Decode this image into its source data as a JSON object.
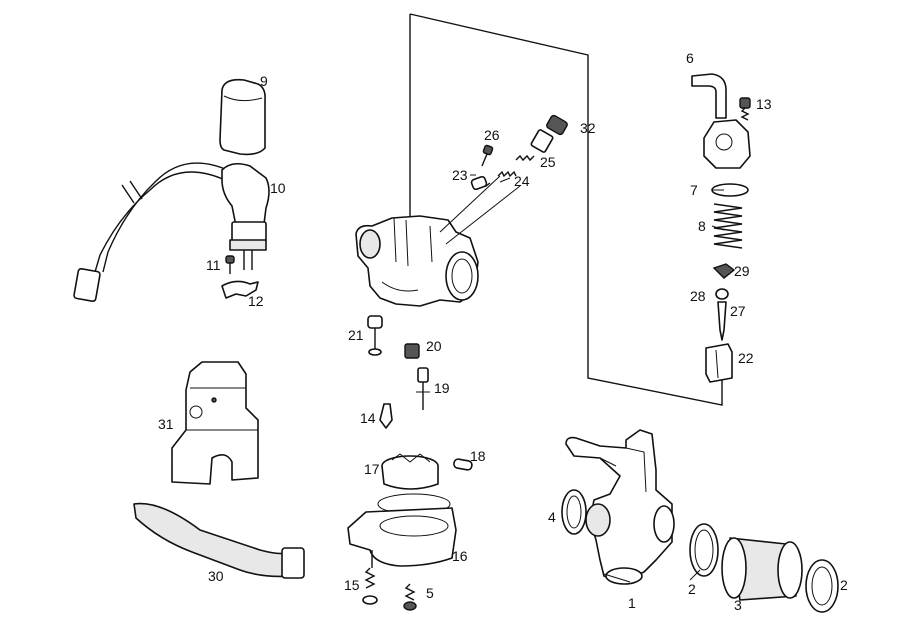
{
  "labels": {
    "p1": "1",
    "p2a": "2",
    "p2b": "2",
    "p3": "3",
    "p4": "4",
    "p5": "5",
    "p6": "6",
    "p7": "7",
    "p8": "8",
    "p9": "9",
    "p10": "10",
    "p11": "11",
    "p12": "12",
    "p13": "13",
    "p14": "14",
    "p15": "15",
    "p16": "16",
    "p17": "17",
    "p18": "18",
    "p19": "19",
    "p20": "20",
    "p21": "21",
    "p22": "22",
    "p23": "23",
    "p24": "24",
    "p25": "25",
    "p26": "26",
    "p27": "27",
    "p28": "28",
    "p29": "29",
    "p30": "30",
    "p31": "31",
    "p32": "32"
  }
}
